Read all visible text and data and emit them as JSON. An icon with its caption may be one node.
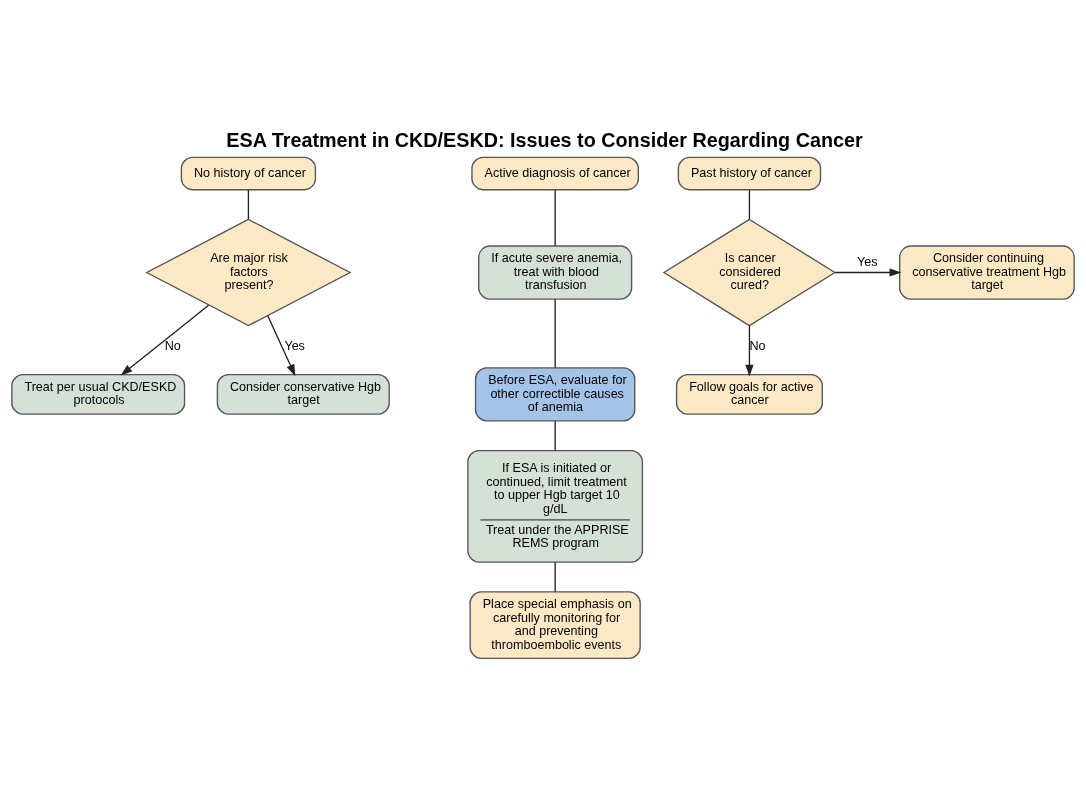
{
  "diagram": {
    "title": "ESA Treatment in CKD/ESKD: Issues to Consider Regarding Cancer",
    "nodes": [
      {
        "text": [
          "No history of cancer"
        ]
      },
      {
        "text": [
          "Are major risk factors present?"
        ]
      },
      {
        "text": [
          "Treat per usual CKD/ESKD protocols"
        ]
      },
      {
        "text": [
          "Consider conservative Hgb target"
        ]
      },
      {
        "text": [
          "Active diagnosis of cancer"
        ]
      },
      {
        "text": [
          "If acute severe anemia, treat with blood transfusion"
        ]
      },
      {
        "text": [
          "Before ESA, evaluate for other correctible causes of anemia"
        ]
      },
      {
        "text": [
          "If ESA is initiated or continued, limit treatment to upper Hgb target 10 g/dL",
          "Treat under the APPRISE REMS program"
        ]
      },
      {
        "text": [
          "Place special emphasis on carefully monitoring for and preventing thromboembolic events"
        ]
      },
      {
        "text": [
          "Past history of cancer"
        ]
      },
      {
        "text": [
          "Is cancer considered cured?"
        ]
      },
      {
        "text": [
          "Consider continuing conservative treatment Hgb target"
        ]
      },
      {
        "text": [
          "Follow goals for active cancer"
        ]
      }
    ],
    "edges": [
      {
        "from": 0,
        "to": 1,
        "arrow": "none"
      },
      {
        "from": 1,
        "to": 2,
        "arrow": "to",
        "label": "No"
      },
      {
        "from": 1,
        "to": 3,
        "arrow": "to",
        "label": "Yes"
      },
      {
        "from": 4,
        "to": 5,
        "arrow": "none"
      },
      {
        "from": 5,
        "to": 6,
        "arrow": "none"
      },
      {
        "from": 6,
        "to": 7,
        "arrow": "none"
      },
      {
        "from": 7,
        "to": 8,
        "arrow": "none"
      },
      {
        "from": 9,
        "to": 10,
        "arrow": "none"
      },
      {
        "from": 10,
        "to": 11,
        "arrow": "to",
        "label": "Yes"
      },
      {
        "from": 10,
        "to": 12,
        "arrow": "to",
        "label": "No"
      }
    ]
  }
}
